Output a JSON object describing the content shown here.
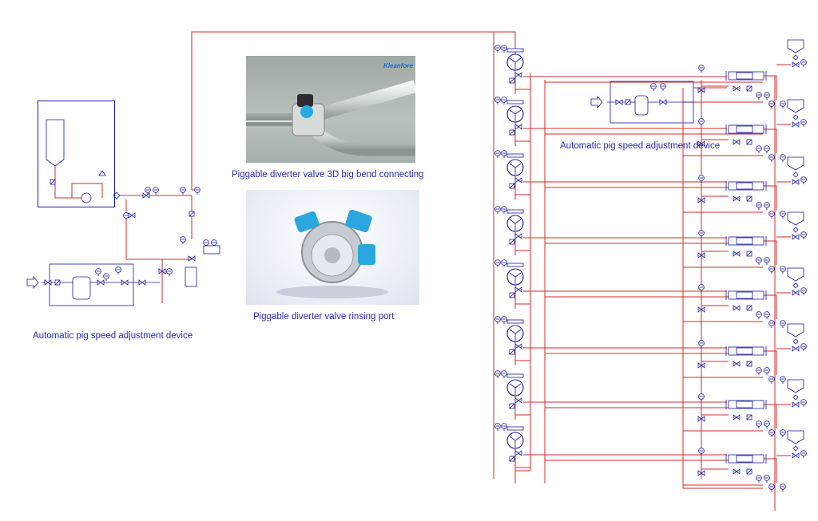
{
  "captions": {
    "photo_top": "Piggable diverter valve 3D  big bend connecting",
    "photo_bottom": "Piggable diverter valve rinsing port",
    "left_device": "Automatic pig speed adjustment device",
    "right_device": "Automatic pig speed adjustment device"
  },
  "logo_text": "Kleanfore",
  "colors": {
    "pipe": "#d62828",
    "symbol": "#1a1aa6",
    "caption": "#2a2ab4"
  },
  "counts": {
    "diverters": 8,
    "branches": 8
  }
}
